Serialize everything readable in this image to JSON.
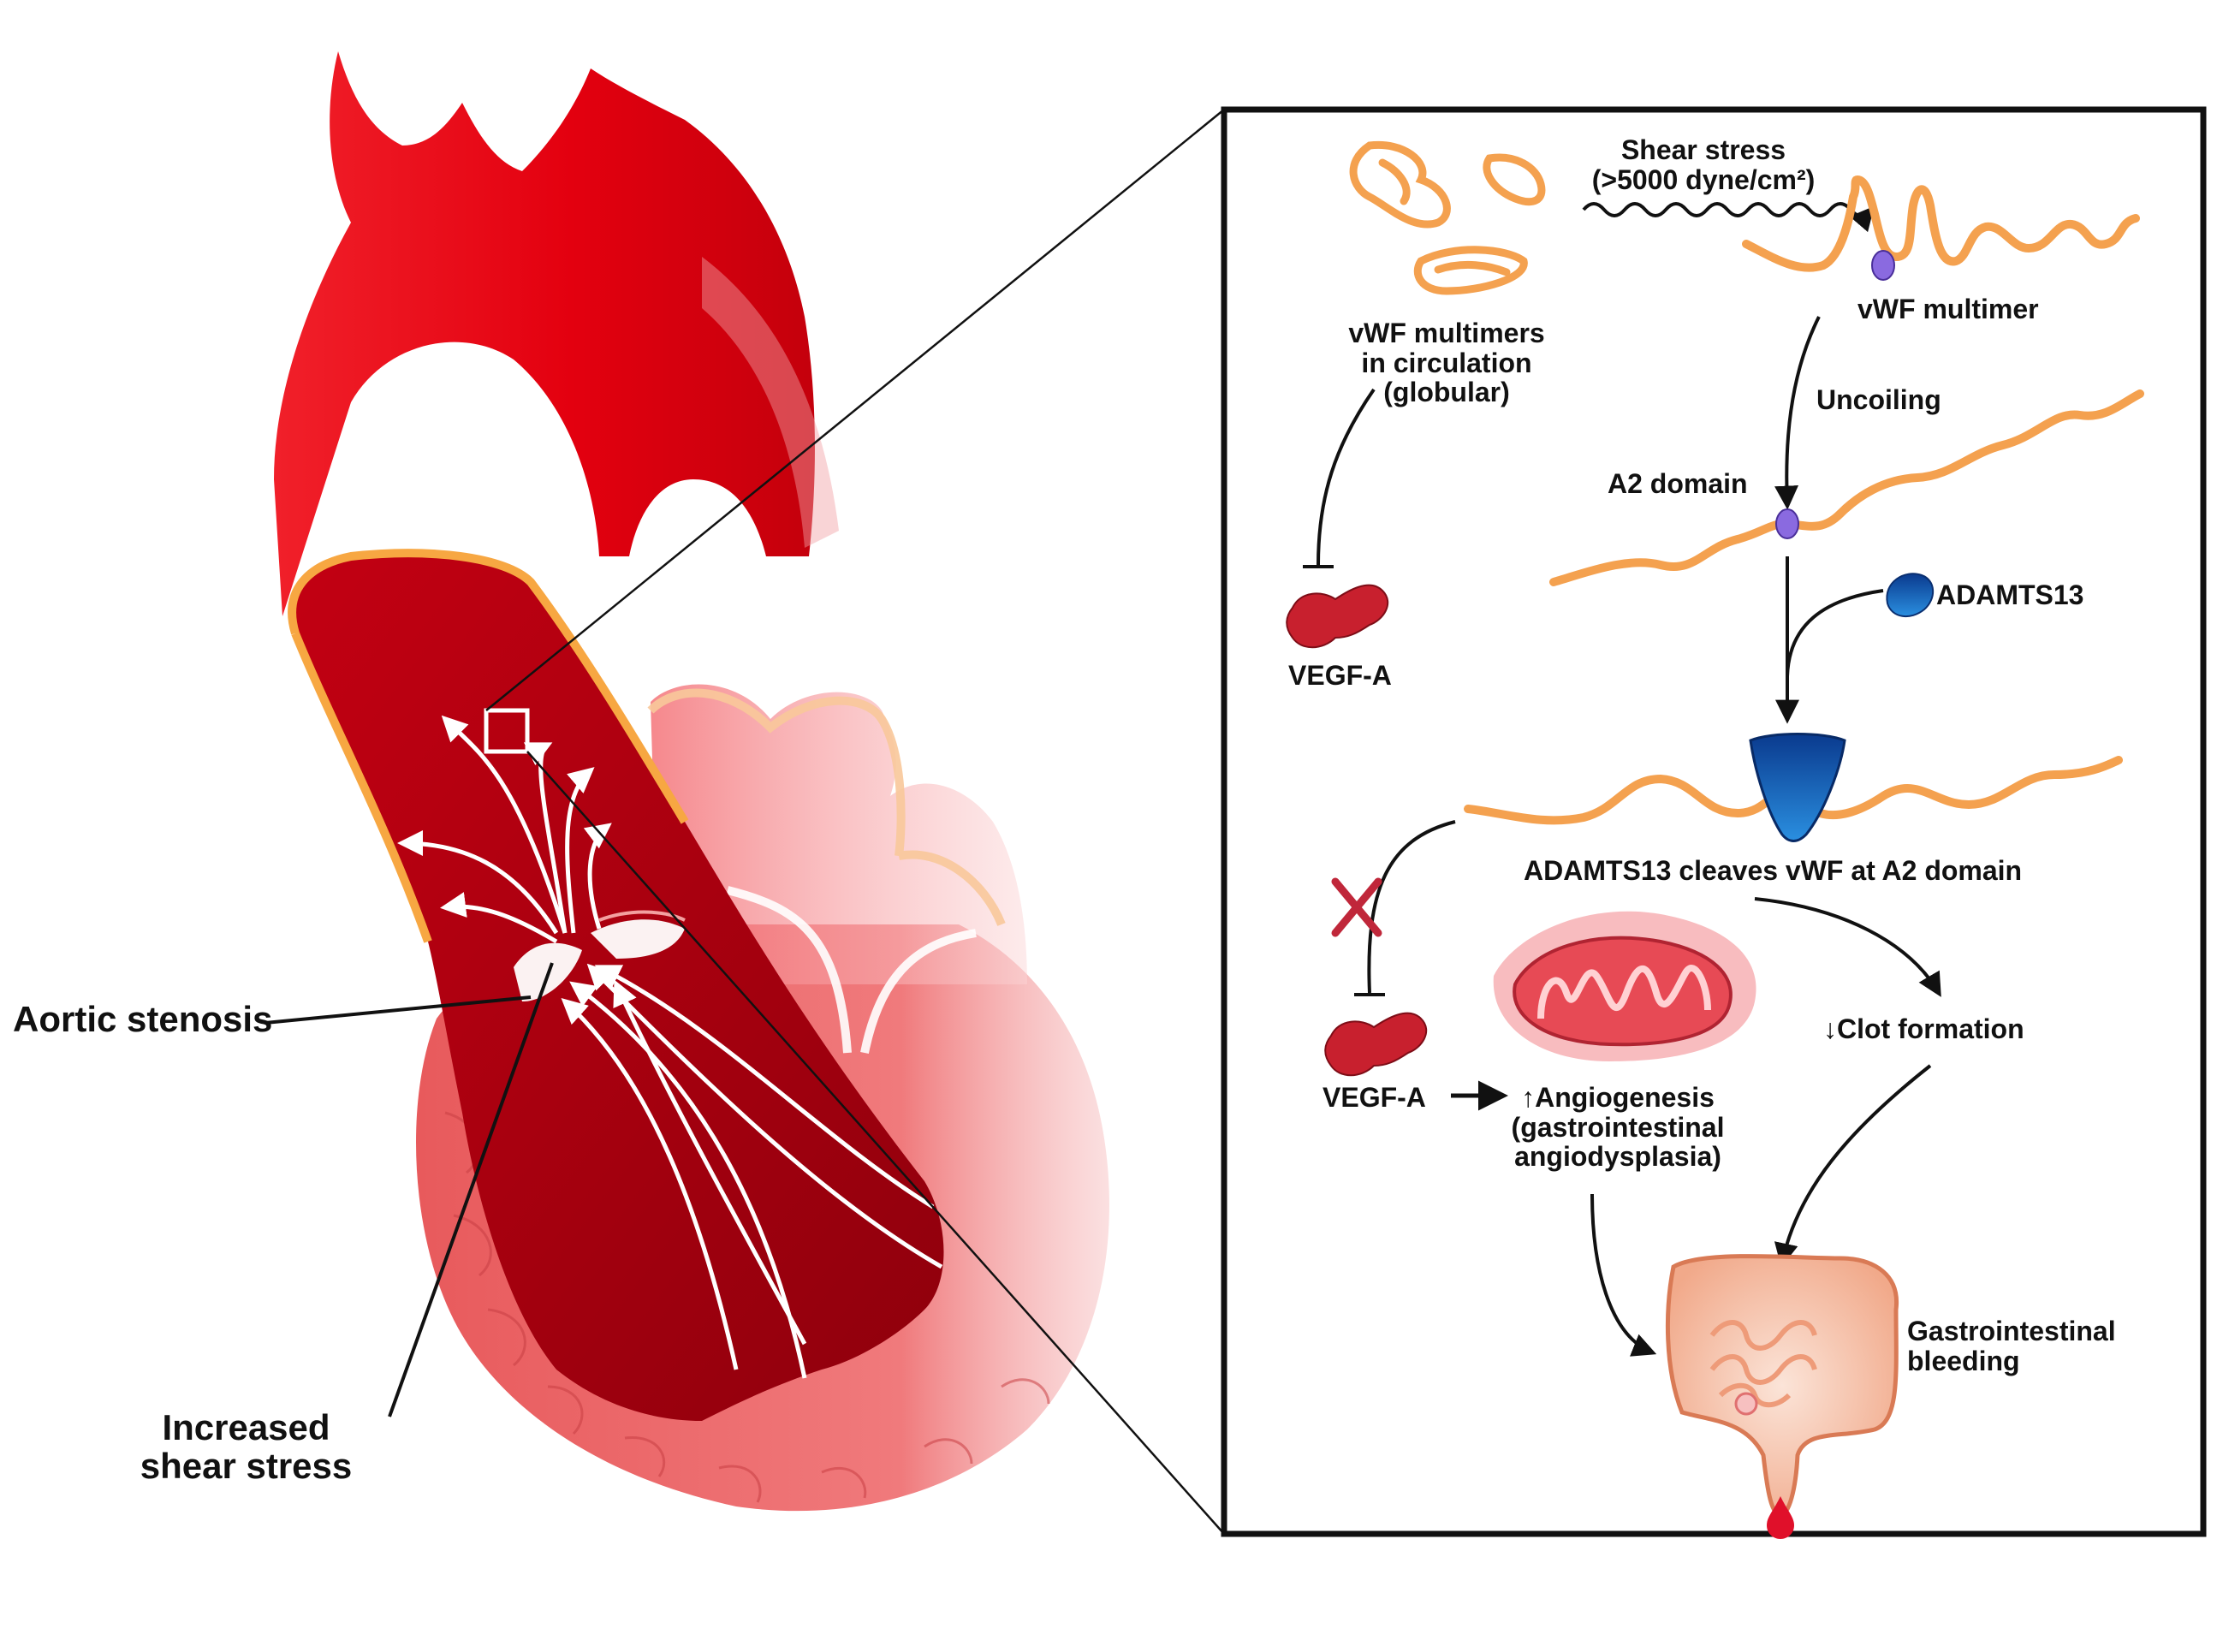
{
  "labels": {
    "aortic_stenosis": "Aortic stenosis",
    "increased_shear_stress": "Increased\nshear stress",
    "shear_stress": "Shear stress\n(>5000 dyne/cm²)",
    "vwf_multimer": "vWF multimer",
    "vwf_in_circulation": "vWF multimers\nin circulation\n(globular)",
    "uncoiling": "Uncoiling",
    "a2_domain": "A2 domain",
    "adamts13": "ADAMTS13",
    "vegfa_top": "VEGF-A",
    "cleaves": "ADAMTS13 cleaves vWF at A2 domain",
    "vegfa_bottom": "VEGF-A",
    "angiogenesis": "↑Angiogenesis\n(gastrointestinal\nangiodysplasia)",
    "clot_formation": "↓Clot formation",
    "gi_bleeding": "Gastrointestinal\nbleeding"
  },
  "colors": {
    "aorta": "#e3000f",
    "lumen_dark": "#b00010",
    "heart_muscle": "#ef5a5e",
    "valve_rim": "#f3a74a",
    "vwf_strand": "#f4a14f",
    "a2_domain": "#8a6ae0",
    "adamts13": "#0c4aa6",
    "vegf": "#c8202e",
    "inhibit_x": "#c0273a",
    "blood_drop": "#e0102a"
  },
  "icons": [
    "vwf-globular-icon",
    "vegf-a-icon",
    "adamts13-icon",
    "mitochondrion-icon",
    "intestine-icon",
    "blood-drop-icon"
  ]
}
